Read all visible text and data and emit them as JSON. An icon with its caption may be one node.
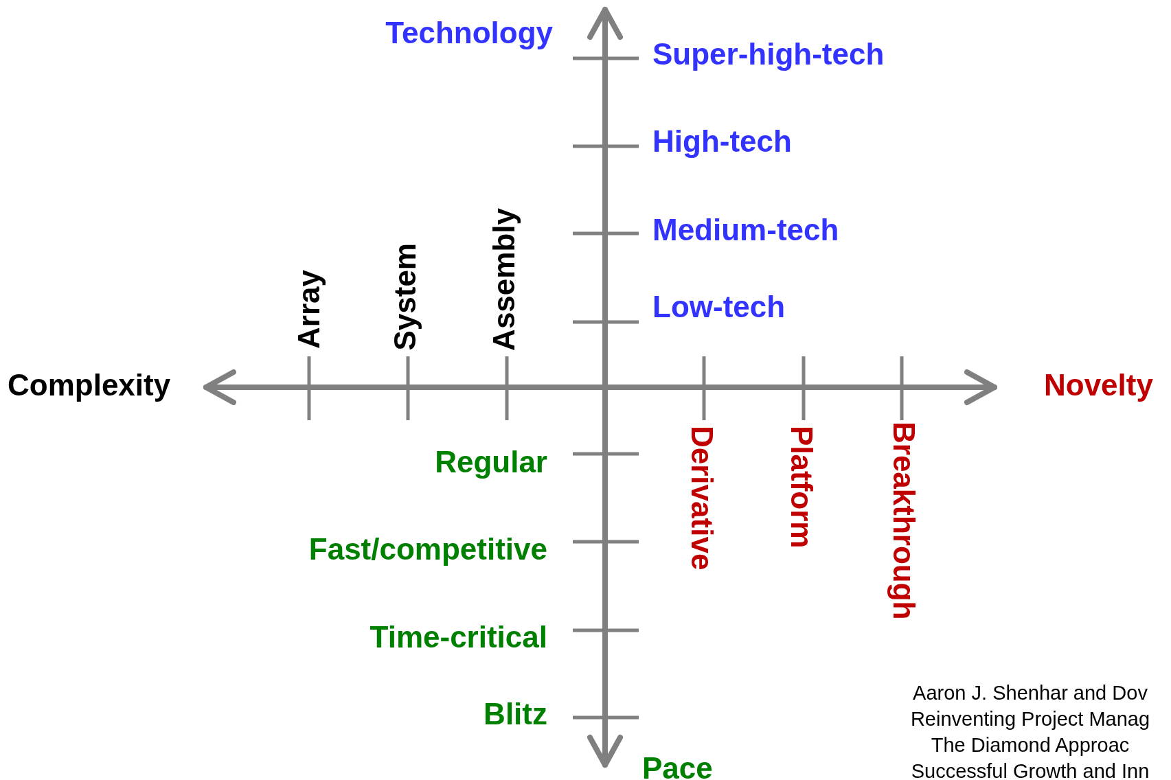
{
  "diagram": {
    "labels": [
      "Technology",
      "Super-high-tech",
      "High-tech",
      "Medium-tech",
      "Low-tech",
      "Array",
      "System",
      "Assembly",
      "Complexity",
      "Novelty",
      "Regular",
      "Derivative",
      "Platform",
      "Breakthrough",
      "Fast/competitive",
      "Time-critical",
      "Blitz",
      "Pace",
      "Aaron J. Shenhar and Dov",
      "Reinventing Project Manag",
      "The Diamond Approac",
      "Successful Growth and Inn"
    ]
  }
}
